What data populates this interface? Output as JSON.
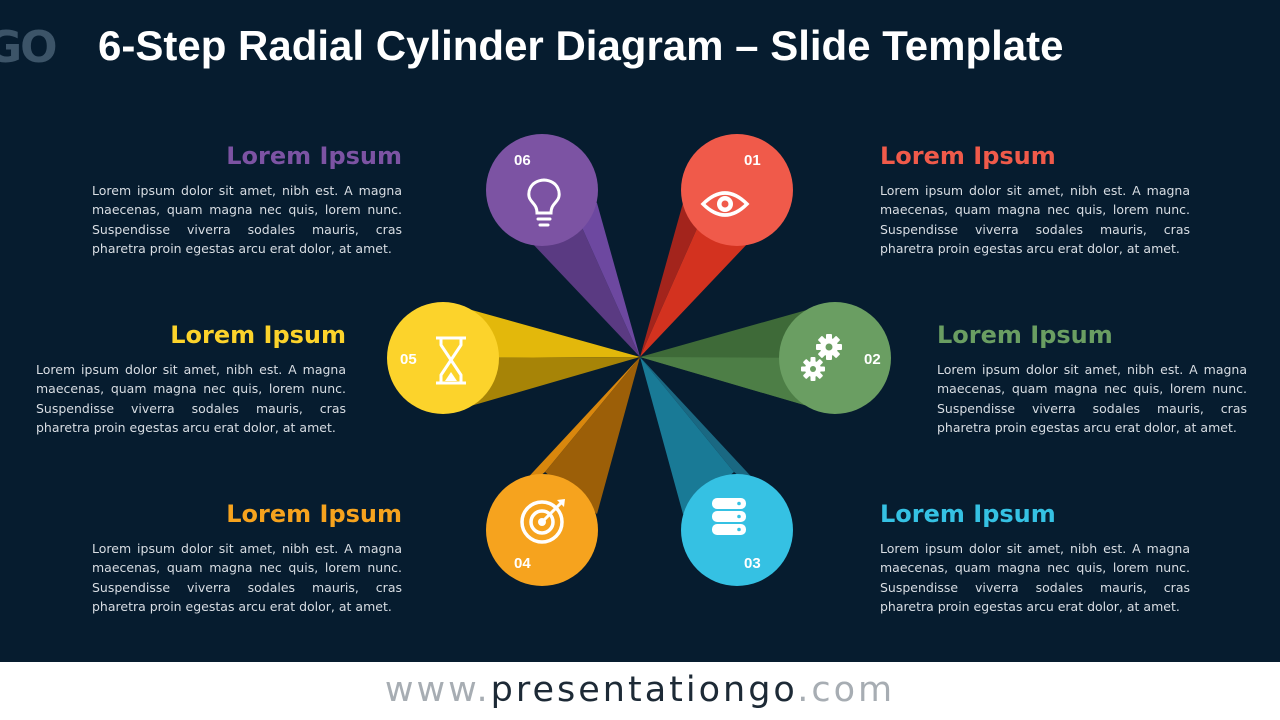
{
  "title": "6-Step Radial Cylinder Diagram – Slide Template",
  "logo_fragment": "GO",
  "steps": [
    {
      "number": "01",
      "heading": "Lorem Ipsum",
      "body": "Lorem ipsum dolor sit amet, nibh est. A magna maecenas, quam magna nec quis, lorem nunc. Suspendisse viverra sodales mauris, cras pharetra proin egestas arcu erat dolor, at amet.",
      "color": "#f05a4a",
      "icon": "eye-icon"
    },
    {
      "number": "02",
      "heading": "Lorem Ipsum",
      "body": "Lorem ipsum dolor sit amet, nibh est. A magna maecenas, quam magna nec quis, lorem nunc. Suspendisse viverra sodales mauris, cras pharetra proin egestas arcu erat dolor, at amet.",
      "color": "#6a9e62",
      "icon": "gears-icon"
    },
    {
      "number": "03",
      "heading": "Lorem Ipsum",
      "body": "Lorem ipsum dolor sit amet, nibh est. A magna maecenas, quam magna nec quis, lorem nunc. Suspendisse viverra sodales mauris, cras pharetra proin egestas arcu erat dolor, at amet.",
      "color": "#35c1e3",
      "icon": "database-icon"
    },
    {
      "number": "04",
      "heading": "Lorem Ipsum",
      "body": "Lorem ipsum dolor sit amet, nibh est. A magna maecenas, quam magna nec quis, lorem nunc. Suspendisse viverra sodales mauris, cras pharetra proin egestas arcu erat dolor, at amet.",
      "color": "#f6a31e",
      "icon": "target-icon"
    },
    {
      "number": "05",
      "heading": "Lorem Ipsum",
      "body": "Lorem ipsum dolor sit amet, nibh est. A magna maecenas, quam magna nec quis, lorem nunc. Suspendisse viverra sodales mauris, cras pharetra proin egestas arcu erat dolor, at amet.",
      "color": "#fcd32b",
      "icon": "hourglass-icon"
    },
    {
      "number": "06",
      "heading": "Lorem Ipsum",
      "body": "Lorem ipsum dolor sit amet, nibh est. A magna maecenas, quam magna nec quis, lorem nunc. Suspendisse viverra sodales mauris, cras pharetra proin egestas arcu erat dolor, at amet.",
      "color": "#7c53a3",
      "icon": "lightbulb-icon"
    }
  ],
  "heading_colors": {
    "01": "#f05a4a",
    "02": "#6a9e62",
    "03": "#35c1e3",
    "04": "#f6a31e",
    "05": "#fcd32b",
    "06": "#7c53a3"
  },
  "footer": {
    "prefix": "www.",
    "brand": "presentationgo",
    "suffix": ".com"
  }
}
